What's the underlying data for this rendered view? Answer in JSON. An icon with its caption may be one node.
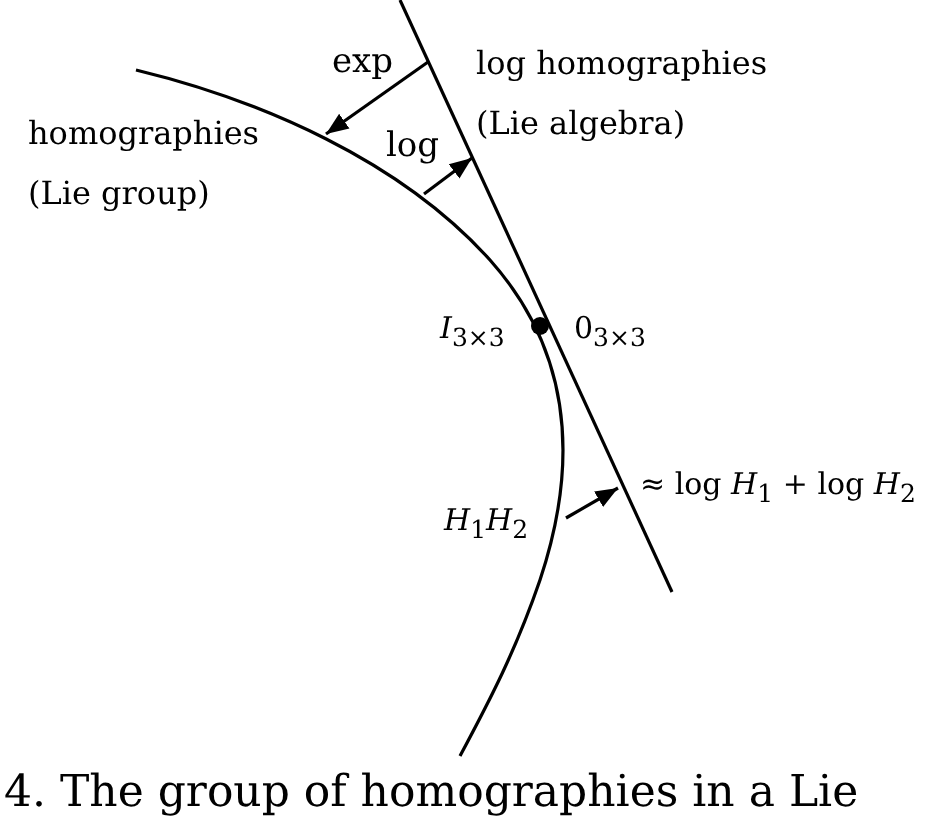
{
  "diagram": {
    "caption": "4. The group of homographies in a Lie",
    "nodes": [
      {
        "text": [
          "homographies (Lie group)"
        ]
      },
      {
        "text": [
          "log homographies (Lie algebra)"
        ]
      }
    ],
    "edges": [
      {
        "from": 1,
        "to": 0,
        "arrow": "to",
        "label": "exp"
      },
      {
        "from": 0,
        "to": 1,
        "arrow": "to",
        "label": "log"
      },
      {
        "from": 0,
        "to": 1,
        "arrow": "to"
      }
    ],
    "labels": [
      "*I*$_{3×3}$",
      "0$_{3×3}$",
      "*H*$_{1}$*H*$_{2}$",
      "≈ log *H*$_{1}$ + log *H*$_{2}$"
    ]
  }
}
